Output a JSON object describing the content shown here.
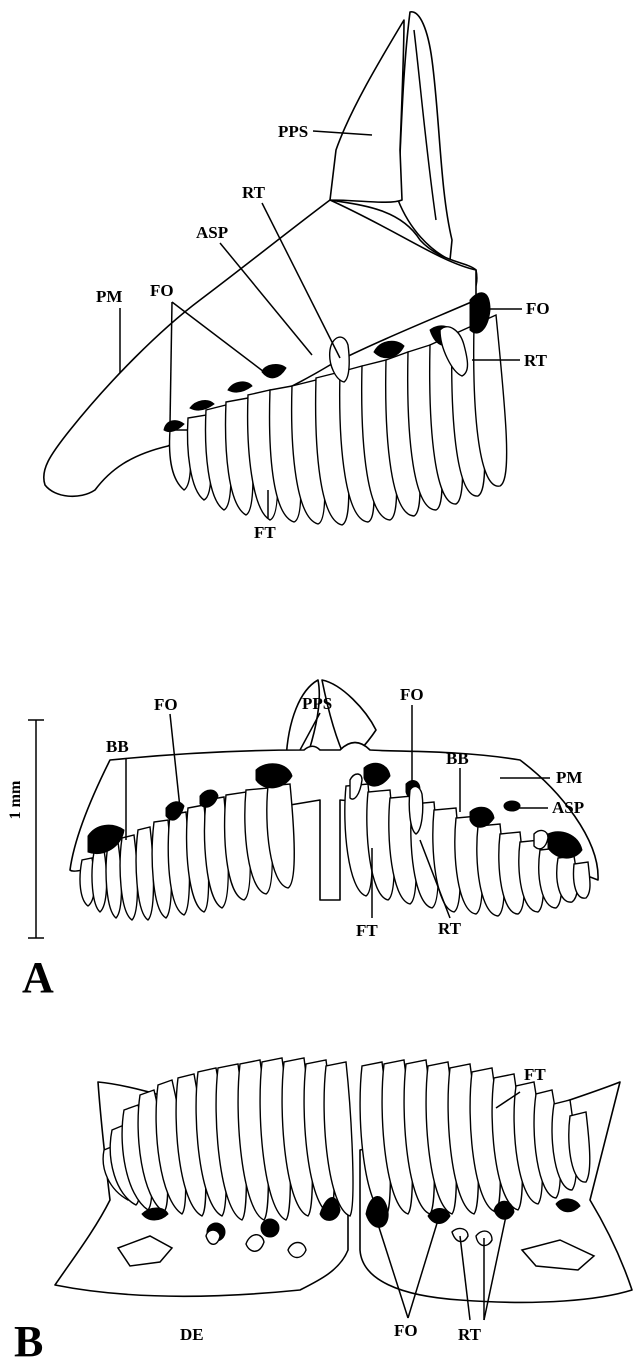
{
  "panel_a": {
    "letter": "A",
    "scale_bar": "1 mm",
    "lateral_labels": {
      "pps": "PPS",
      "rt_top": "RT",
      "asp": "ASP",
      "fo_left": "FO",
      "pm": "PM",
      "fo_right": "FO",
      "rt_right": "RT",
      "ft": "FT"
    },
    "ventral_labels": {
      "pps": "PPS",
      "fo_left": "FO",
      "bb_left": "BB",
      "fo_right": "FO",
      "bb_right": "BB",
      "pm": "PM",
      "asp": "ASP",
      "ft": "FT",
      "rt": "RT"
    }
  },
  "panel_b": {
    "letter": "B",
    "labels": {
      "ft": "FT",
      "de": "DE",
      "fo": "FO",
      "rt": "RT"
    }
  }
}
